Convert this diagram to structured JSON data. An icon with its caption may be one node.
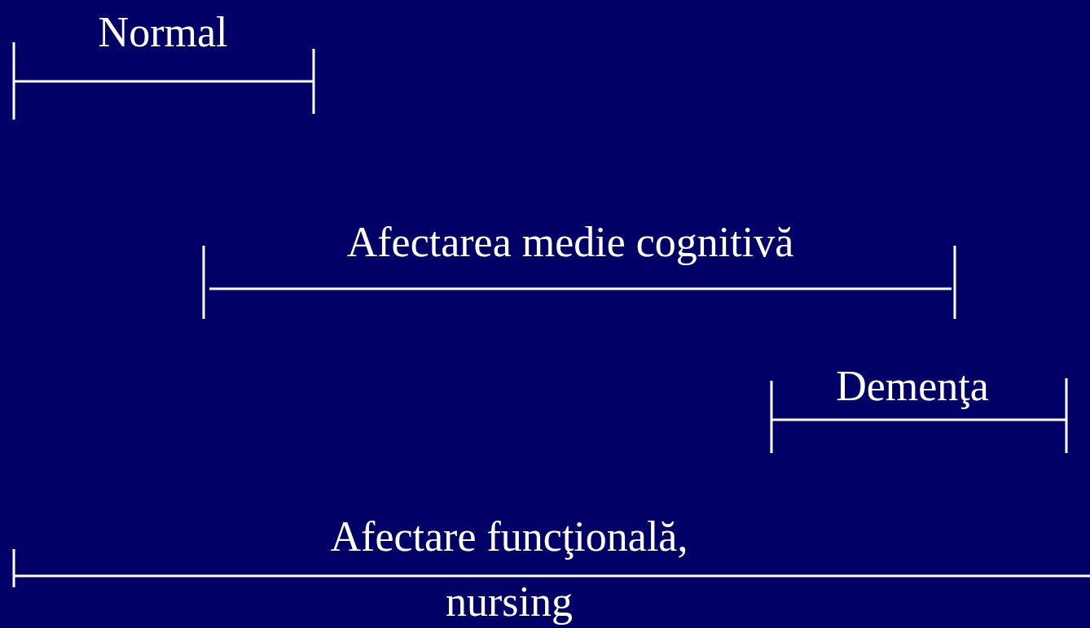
{
  "diagram": {
    "labels": [
      "Normal",
      "Afectarea medie cognitivă",
      "Demenţa",
      "Afectare funcţională, nursing"
    ]
  }
}
